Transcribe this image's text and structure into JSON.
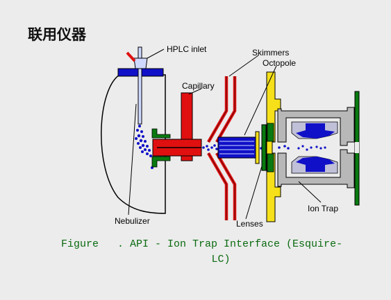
{
  "title": "联用仪器",
  "labels": {
    "hplc_inlet": "HPLC inlet",
    "skimmers": "Skimmers",
    "octopole": "Octopole",
    "capillary": "Capillary",
    "nebulizer": "Nebulizer",
    "lenses": "Lenses",
    "ion_trap": "Ion Trap"
  },
  "caption": {
    "line1": "Figure   . API - Ion Trap Interface (Esquire-",
    "line2": "LC)"
  },
  "colors": {
    "blue": "#1010c8",
    "red": "#e01010",
    "green": "#0a7a10",
    "yellow": "#f5e01a",
    "gray": "#b8b8b8",
    "caption": "#0a6a10"
  }
}
